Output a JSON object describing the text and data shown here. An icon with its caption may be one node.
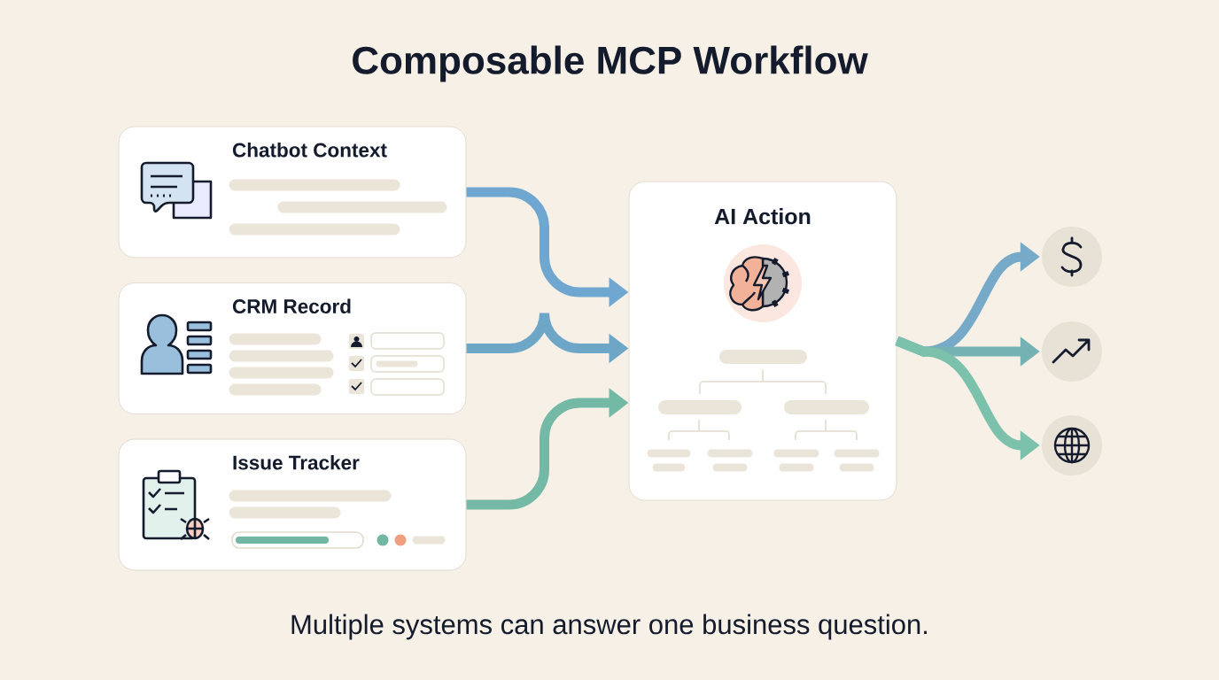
{
  "diagram": {
    "title": "Composable MCP Workflow",
    "caption": "Multiple systems can answer one business question.",
    "nodes": [
      {
        "text": [
          "Chatbot Context"
        ]
      },
      {
        "text": [
          "CRM Record"
        ]
      },
      {
        "text": [
          "Issue Tracker"
        ]
      },
      {
        "text": [
          "AI Action"
        ]
      },
      {
        "text": [],
        "shape": "circle"
      },
      {
        "text": [],
        "shape": "circle"
      },
      {
        "text": [],
        "shape": "circle"
      }
    ],
    "edges": [
      {
        "from": 0,
        "to": 3,
        "arrow": "to",
        "color": "#6fa7d0"
      },
      {
        "from": 1,
        "to": 3,
        "arrow": "to",
        "color": "#6ea6c8"
      },
      {
        "from": 2,
        "to": 3,
        "arrow": "to",
        "color": "#74b9a5"
      },
      {
        "from": 3,
        "to": 4,
        "arrow": "to",
        "color": "#76aac8"
      },
      {
        "from": 3,
        "to": 5,
        "arrow": "to",
        "color": "#74b2b4"
      },
      {
        "from": 3,
        "to": 6,
        "arrow": "to",
        "color": "#7cc1ab"
      }
    ]
  }
}
